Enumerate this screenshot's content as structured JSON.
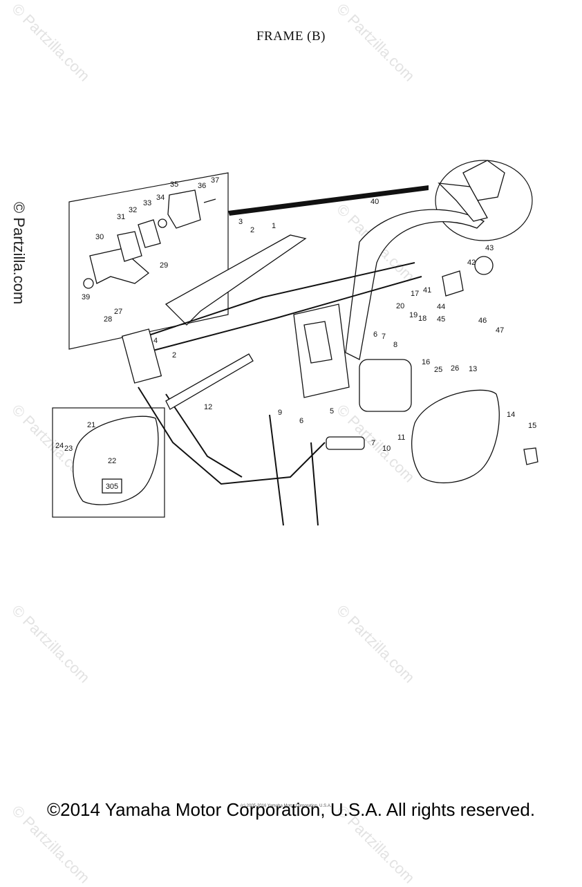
{
  "title": "FRAME (B)",
  "footer": "©2014 Yamaha Motor Corporation, U.S.A. All rights reserved.",
  "fine_print": "(c) 2005-2016 Yamaha Motor Corporation, U.S.A.",
  "watermark": "© Partzilla.com",
  "side_watermark": "© Partzilla.com",
  "plate_text": "305",
  "callouts": [
    "1",
    "2",
    "3",
    "4",
    "5",
    "6",
    "7",
    "8",
    "9",
    "10",
    "11",
    "12",
    "13",
    "14",
    "15",
    "16",
    "17",
    "18",
    "19",
    "20",
    "21",
    "22",
    "23",
    "24",
    "25",
    "26",
    "27",
    "28",
    "29",
    "30",
    "31",
    "32",
    "33",
    "34",
    "35",
    "36",
    "37",
    "39",
    "40",
    "41",
    "42",
    "43",
    "44",
    "45",
    "46",
    "47"
  ],
  "callouts_repeat": [
    "2",
    "6",
    "7"
  ]
}
